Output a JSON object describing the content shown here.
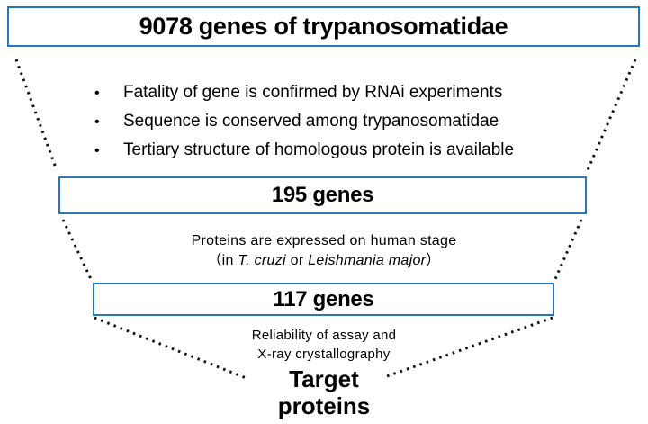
{
  "diagram": {
    "title_box": {
      "label": "9078 genes of trypanosomatidae"
    },
    "criteria": {
      "bullet_char": "•",
      "items": [
        "Fatality of gene is confirmed by RNAi experiments",
        "Sequence is conserved among trypanosomatidae",
        "Tertiary structure of homologous protein is available"
      ]
    },
    "stage1_box": {
      "label": "195 genes"
    },
    "stage1_filter": {
      "line1": "Proteins are expressed on human stage",
      "line2": {
        "open": "（in ",
        "species1": "T. cruzi",
        "conjunction": " or ",
        "species2": "Leishmania major",
        "close": "）"
      }
    },
    "stage2_box": {
      "label": "117 genes"
    },
    "stage2_filter": {
      "line1": "Reliability of assay and",
      "line2": "X-ray crystallography"
    },
    "target": {
      "line1": "Target",
      "line2": "proteins"
    }
  },
  "colors": {
    "box_border": "#2776BE",
    "dotted_line": "#111111",
    "text": "#000000"
  }
}
